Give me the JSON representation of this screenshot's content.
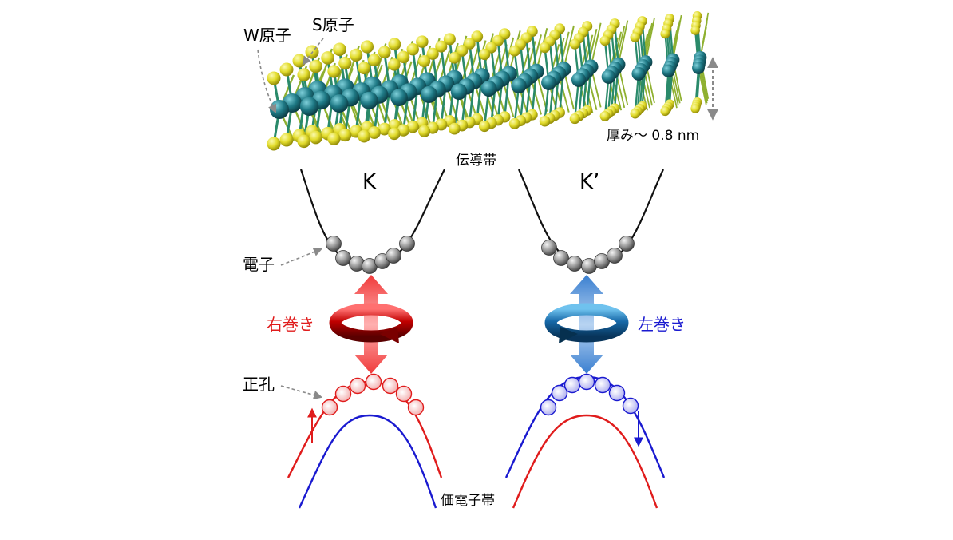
{
  "crystal": {
    "w_atom_label": "W原子",
    "s_atom_label": "S原子",
    "thickness_label": "厚み～ 0.8 nm",
    "w_atom_color": "#1f7a86",
    "s_atom_color": "#e2dc2c"
  },
  "bands": {
    "conduction_label": "伝導帯",
    "valence_label": "価電子帯",
    "valley_left_label": "K",
    "valley_right_label": "K’"
  },
  "carriers": {
    "electron_label": "電子",
    "hole_label": "正孔"
  },
  "polarization": {
    "right_label": "右巻き",
    "left_label": "左巻き",
    "right_color": "#e01c1c",
    "left_color": "#1a1ad0"
  },
  "colors": {
    "red_band": "#e01c1c",
    "blue_band": "#1a1ad0",
    "arrow_red": "#f24a4a",
    "arrow_blue": "#4a8fd8"
  }
}
